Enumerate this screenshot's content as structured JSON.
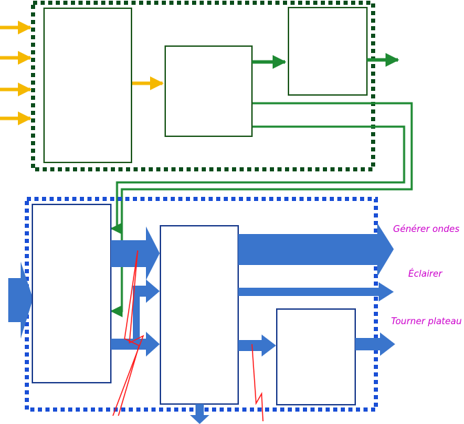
{
  "colors": {
    "background": "#ffffff",
    "info_frame": "#0b4d1c",
    "info_wire": "#1e8a33",
    "info_block": "#1f5a1f",
    "input_arrow": "#f5b800",
    "energy_frame": "#1a4fd6",
    "energy_arrow": "#3a75cc",
    "energy_block": "#1e3f8f",
    "fault_zigzag": "#ff1a1a",
    "label": "#cc00cc"
  },
  "labels": {
    "output_1": "Générer ondes",
    "output_2": "Éclairer",
    "output_3": "Tourner plateau"
  },
  "icons": {
    "input_arrows": "arrow-right-icon",
    "fault_marks": "zigzag-break-icon",
    "loss_arrow": "arrow-down-icon"
  }
}
